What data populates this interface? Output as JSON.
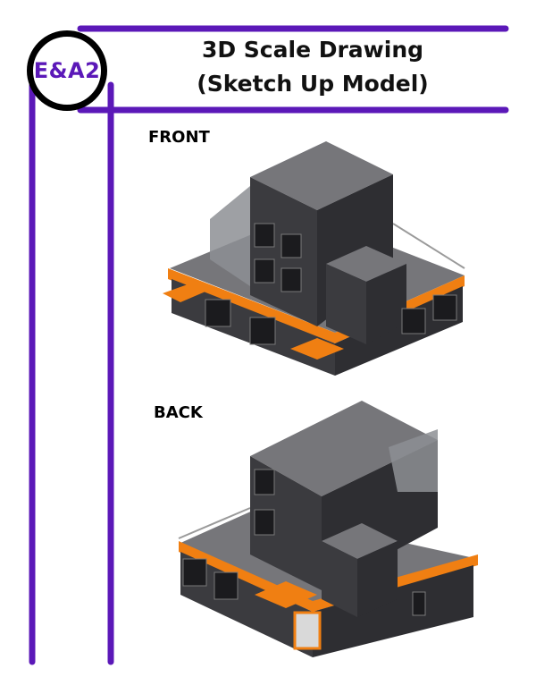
{
  "header": {
    "title_line1": "3D Scale Drawing",
    "title_line2": "(Sketch Up Model)",
    "badge": "E&A2"
  },
  "views": {
    "front_label": "FRONT",
    "back_label": "BACK"
  },
  "colors": {
    "frame": "#5b18b8",
    "wall": "#3b3b3f",
    "roof": "#76767a",
    "trim": "#f07f12",
    "glass": "#8d8f94"
  }
}
